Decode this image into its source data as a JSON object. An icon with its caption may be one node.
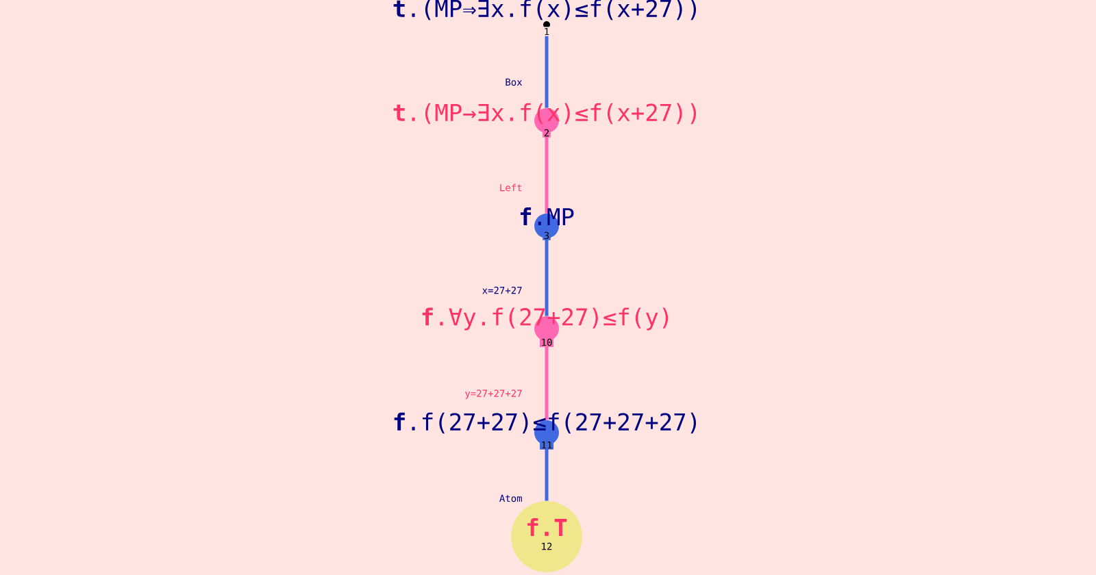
{
  "diagram": {
    "nodes": [
      {
        "text": [
          "**t**.(MP⇒∃x.f(x)≤f(x+27))",
          "1"
        ]
      },
      {
        "text": [
          "**t**.(MP→∃x.f(x)≤f(x+27))",
          "2"
        ]
      },
      {
        "text": [
          "**f**.MP",
          "3"
        ]
      },
      {
        "text": [
          "**f**.∀y.f(27+27)≤f(y)",
          "10"
        ]
      },
      {
        "text": [
          "**f**.f(27+27)≤f(27+27+27)",
          "11"
        ]
      },
      {
        "text": [
          "f.T",
          "12"
        ]
      }
    ],
    "edges": [
      {
        "from": 0,
        "to": 1,
        "arrow": "none",
        "label": "Box"
      },
      {
        "from": 1,
        "to": 2,
        "arrow": "none",
        "label": "Left",
        "color": "#ff69b4"
      },
      {
        "from": 2,
        "to": 3,
        "arrow": "none",
        "label": "x=27+27"
      },
      {
        "from": 3,
        "to": 4,
        "arrow": "none",
        "label": "y=27+27+27",
        "color": "#ff69b4"
      },
      {
        "from": 4,
        "to": 5,
        "arrow": "none",
        "label": "Atom"
      }
    ]
  }
}
